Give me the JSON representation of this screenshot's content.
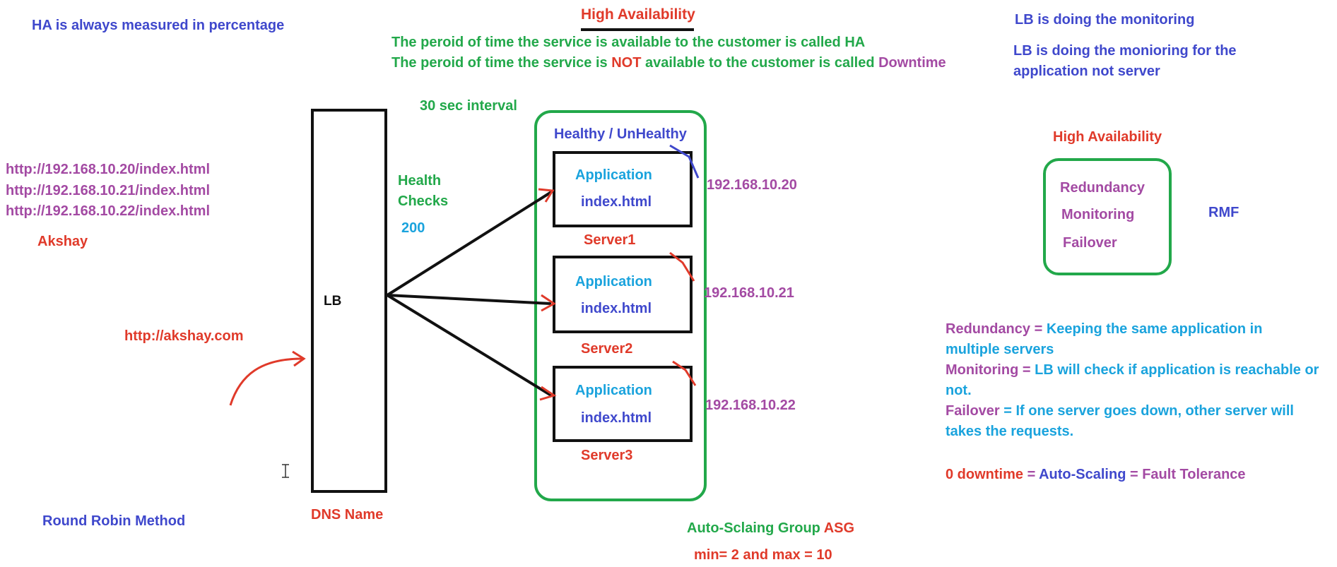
{
  "top": {
    "ha_measured": "HA is always measured in percentage",
    "title": "High Availability",
    "ha_def_line": "The peroid of time the service is available to the customer is called HA",
    "dt_def_prefix": "The peroid of time the service is ",
    "dt_def_not": "NOT",
    "dt_def_middle": " available to the customer is called ",
    "dt_def_word": "Downtime"
  },
  "right_notes": {
    "lb_monitoring": "LB is doing the monitoring",
    "lb_app_line1": "LB is doing the monioring for the",
    "lb_app_line2": "application not server"
  },
  "left": {
    "urls": [
      "http://192.168.10.20/index.html",
      "http://192.168.10.21/index.html",
      "http://192.168.10.22/index.html"
    ],
    "user": "Akshay",
    "domain_url": "http://akshay.com",
    "round_robin": "Round Robin Method"
  },
  "lb": {
    "label": "LB",
    "dns_name": "DNS Name",
    "interval": "30 sec interval",
    "health_line1": "Health",
    "health_line2": "Checks",
    "status_code": "200"
  },
  "asg": {
    "healthy_label": "Healthy / UnHealthy",
    "servers": [
      {
        "app": "Application",
        "file": "index.html",
        "name": "Server1",
        "ip": "192.168.10.20"
      },
      {
        "app": "Application",
        "file": "index.html",
        "name": "Server2",
        "ip": "192.168.10.21"
      },
      {
        "app": "Application",
        "file": "index.html",
        "name": "Server3",
        "ip": "192.168.10.22"
      }
    ],
    "group_label_prefix": "Auto-Sclaing Group ",
    "group_label_abbr": "ASG",
    "min_max": "min= 2  and max = 10"
  },
  "rmf": {
    "title": "High Availability",
    "items": [
      "Redundancy",
      "Monitoring",
      "Failover"
    ],
    "abbr": "RMF"
  },
  "definitions": {
    "redundancy_term": "Redundancy",
    "redundancy_eq": " = ",
    "redundancy_line1": "Keeping the same application in",
    "redundancy_line2": "multiple servers",
    "monitoring_term": "Monitoring",
    "monitoring_eq": " = ",
    "monitoring_line1": "LB will check if application is reachable or",
    "monitoring_line2": "not.",
    "failover_term": "Failover",
    "failover_eq": " = ",
    "failover_line1": "If one server goes down, other server will",
    "failover_line2": "takes the requests.",
    "zero_dt": "0 downtime",
    "eq1": " = ",
    "auto_scaling": "Auto-Scaling",
    "eq2": " = ",
    "fault_tolerance": "Fault Tolerance"
  },
  "colors": {
    "blue": "#3f48cc",
    "red": "#e03a2a",
    "green": "#22a84a",
    "purple": "#a34aa3",
    "cyan": "#1aa3dd",
    "black": "#111111"
  }
}
